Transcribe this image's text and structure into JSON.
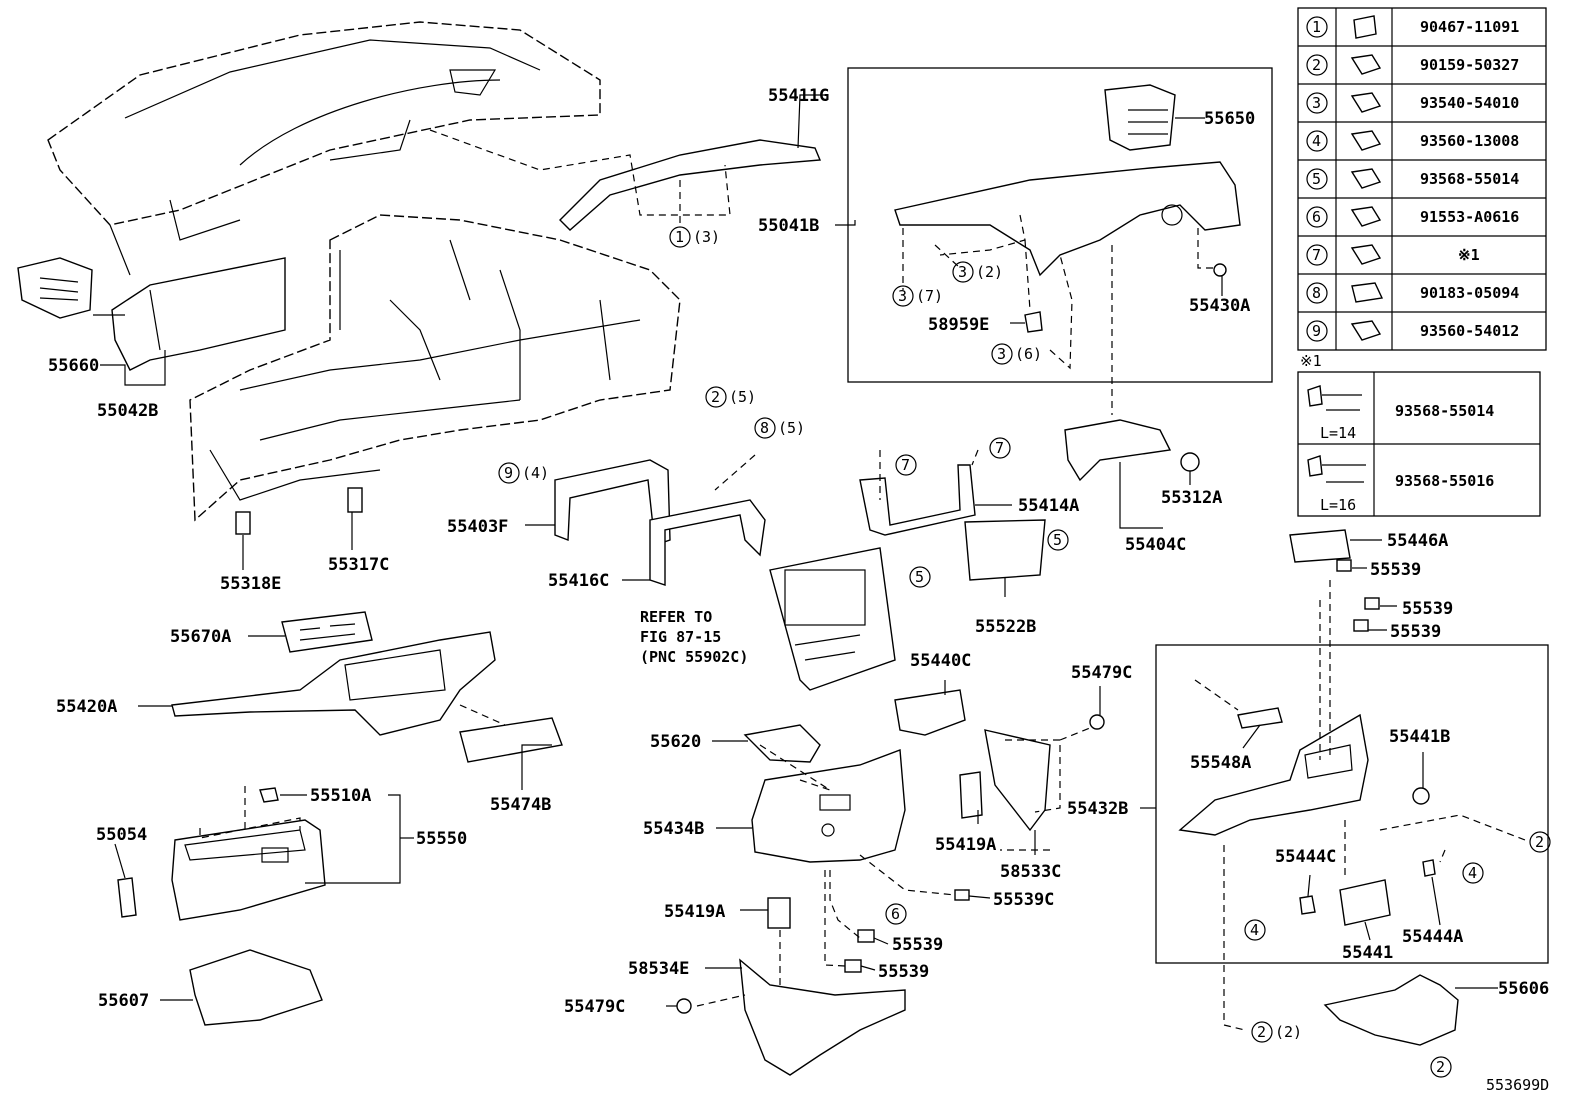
{
  "diagram_code": "553699D",
  "labels": {
    "p55411G": "55411G",
    "p55650": "55650",
    "p55041B": "55041B",
    "p55430A": "55430A",
    "p58959E": "58959E",
    "p55660": "55660",
    "p55042B": "55042B",
    "p55318E": "55318E",
    "p55317C": "55317C",
    "p55403F": "55403F",
    "p55416C": "55416C",
    "p55414A": "55414A",
    "p55312A": "55312A",
    "p55404C": "55404C",
    "p55522B": "55522B",
    "p55446A": "55446A",
    "p55539a": "55539",
    "p55539b": "55539",
    "p55539c": "55539",
    "p55670A": "55670A",
    "p55420A": "55420A",
    "p55474B": "55474B",
    "p55440C": "55440C",
    "p55479C_top": "55479C",
    "p55620": "55620",
    "p55434B": "55434B",
    "p55419A_mid": "55419A",
    "p58533C": "58533C",
    "p55432B": "55432B",
    "p55548A": "55548A",
    "p55441B": "55441B",
    "p55510A": "55510A",
    "p55550": "55550",
    "p55054": "55054",
    "p55539C": "55539C",
    "p55419A_low": "55419A",
    "p55539d": "55539",
    "p55539e": "55539",
    "p58534E": "58534E",
    "p55479C_low": "55479C",
    "p55607": "55607",
    "p55444C": "55444C",
    "p55441": "55441",
    "p55444A": "55444A",
    "p55606": "55606"
  },
  "callouts": {
    "c1_3": "(3)",
    "c3_2": "(2)",
    "c3_7": "(7)",
    "c3_6": "(6)",
    "c2_5": "(5)",
    "c8_5": "(5)",
    "c9_4": "(4)",
    "c2_2": "(2)"
  },
  "refer_note": [
    "REFER TO",
    "FIG 87-15",
    "(PNC 55902C)"
  ],
  "fastener_table": [
    {
      "num": "1",
      "part": "90467-11091"
    },
    {
      "num": "2",
      "part": "90159-50327"
    },
    {
      "num": "3",
      "part": "93540-54010"
    },
    {
      "num": "4",
      "part": "93560-13008"
    },
    {
      "num": "5",
      "part": "93568-55014"
    },
    {
      "num": "6",
      "part": "91553-A0616"
    },
    {
      "num": "7",
      "part": "※1"
    },
    {
      "num": "8",
      "part": "90183-05094"
    },
    {
      "num": "9",
      "part": "93560-54012"
    }
  ],
  "note_mark": "※1",
  "note_table": [
    {
      "length": "L=14",
      "part": "93568-55014"
    },
    {
      "length": "L=16",
      "part": "93568-55016"
    }
  ]
}
